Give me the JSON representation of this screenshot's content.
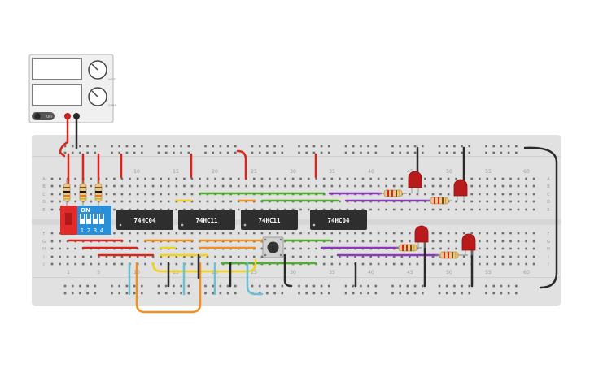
{
  "power_supply": {
    "display_v": "",
    "display_a": "",
    "knob_voltage_label": "VOLT",
    "knob_current_label": "CURR",
    "switch_label": "OFF"
  },
  "breadboard": {
    "top_column_numbers": [
      "10",
      "15",
      "20",
      "25",
      "30",
      "35",
      "40",
      "45",
      "50",
      "55",
      "60"
    ],
    "bottom_column_numbers": [
      "1",
      "5",
      "10",
      "15",
      "20",
      "25",
      "30",
      "35",
      "40",
      "45",
      "50",
      "55",
      "60"
    ],
    "top_row_letters": [
      "A",
      "B",
      "C",
      "D",
      "E"
    ],
    "bottom_row_letters": [
      "F",
      "G",
      "H",
      "I",
      "J"
    ]
  },
  "dip_switch": {
    "on_label": "ON",
    "switch_numbers": [
      "1",
      "2",
      "3",
      "4"
    ],
    "body_color": "#2a8fd9",
    "handle_color": "#e32a2a"
  },
  "chips": [
    {
      "label": "74HC04"
    },
    {
      "label": "74HC11"
    },
    {
      "label": "74HC11"
    },
    {
      "label": "74HC04"
    }
  ],
  "colors": {
    "red": "#d9261c",
    "black": "#2b2b2b",
    "green": "#4caf2e",
    "orange": "#f0901e",
    "yellow": "#f1d21c",
    "purple": "#8a39b8",
    "cyan": "#68c2d3",
    "led": "#b81b1b",
    "chip": "#2e2e2e",
    "board": "#e1e1e1"
  }
}
